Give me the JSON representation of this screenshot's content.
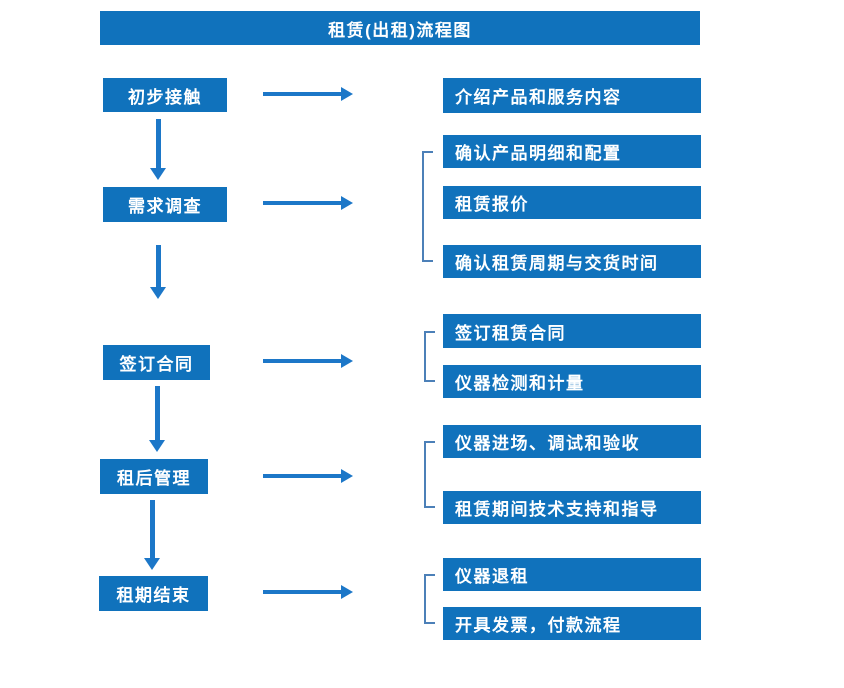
{
  "title": "租赁(出租)流程图",
  "colors": {
    "background": "#ffffff",
    "box": "#1072BC",
    "arrow": "#1C77C8",
    "bracket": "#4C80B8",
    "text": "#ffffff"
  },
  "flow": {
    "steps": [
      {
        "label": "初步接触",
        "details": [
          "介绍产品和服务内容"
        ]
      },
      {
        "label": "需求调查",
        "details": [
          "确认产品明细和配置",
          "租赁报价",
          "确认租赁周期与交货时间"
        ]
      },
      {
        "label": "签订合同",
        "details": [
          "签订租赁合同",
          "仪器检测和计量"
        ]
      },
      {
        "label": "租后管理",
        "details": [
          "仪器进场、调试和验收",
          "租赁期间技术支持和指导"
        ]
      },
      {
        "label": "租期结束",
        "details": [
          "仪器退租",
          "开具发票，付款流程"
        ]
      }
    ]
  }
}
